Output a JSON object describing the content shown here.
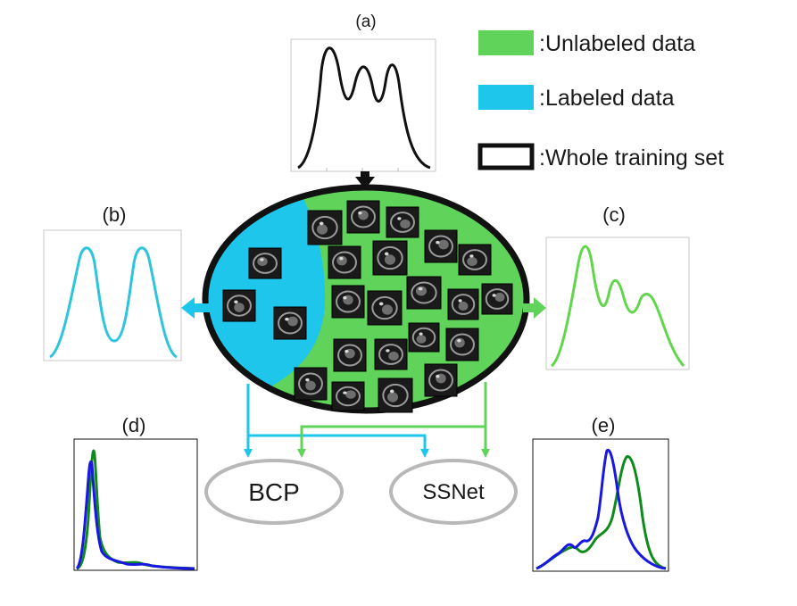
{
  "legend": {
    "unlabeled": {
      "label": ":Unlabeled data",
      "color": "#5fd35a"
    },
    "labeled": {
      "label": ":Labeled data",
      "color": "#1ec6eb"
    },
    "whole": {
      "label": ":Whole training set",
      "color": "#111111"
    }
  },
  "panels": {
    "a": {
      "label": "(a)"
    },
    "b": {
      "label": "(b)"
    },
    "c": {
      "label": "(c)"
    },
    "d": {
      "label": "(d)"
    },
    "e": {
      "label": "(e)"
    }
  },
  "methods": {
    "bcp": {
      "label": "BCP"
    },
    "ssnet": {
      "label": "SSNet"
    }
  },
  "colors": {
    "unlabeled_fill": "#5fd35a",
    "labeled_fill": "#1ec6eb",
    "ellipse_border": "#111111",
    "curve_whole": "#111111",
    "curve_labeled": "#2ec4de",
    "curve_unlabeled": "#62d64a",
    "dist_green": "#0f8a1c",
    "dist_blue": "#1818e0",
    "method_border": "#b8b8b8"
  },
  "icons": [
    "mri-slice-thumbnail",
    "arrow-down-icon",
    "arrow-left-icon",
    "arrow-right-icon"
  ]
}
